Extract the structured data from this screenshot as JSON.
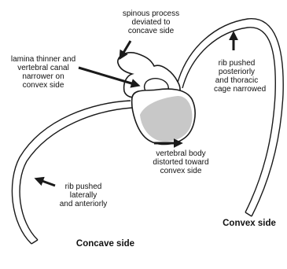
{
  "labels": {
    "spinous": [
      "spinous process",
      "deviated to",
      "concave side"
    ],
    "lamina": [
      "lamina thinner and",
      "vertebral canal",
      "narrower on",
      "convex side"
    ],
    "rib_posterior": [
      "rib pushed",
      "posteriorly",
      "and thoracic",
      "cage narrowed"
    ],
    "vertebral_body": [
      "vertebral body",
      "distorted toward",
      "convex side"
    ],
    "rib_lateral": [
      "rib pushed",
      "laterally",
      "and anteriorly"
    ],
    "convex_side": "Convex side",
    "concave_side": "Concave side"
  },
  "colors": {
    "outline": "#1a1a1a",
    "body_fill": "#c8c8c8",
    "background": "#ffffff"
  }
}
